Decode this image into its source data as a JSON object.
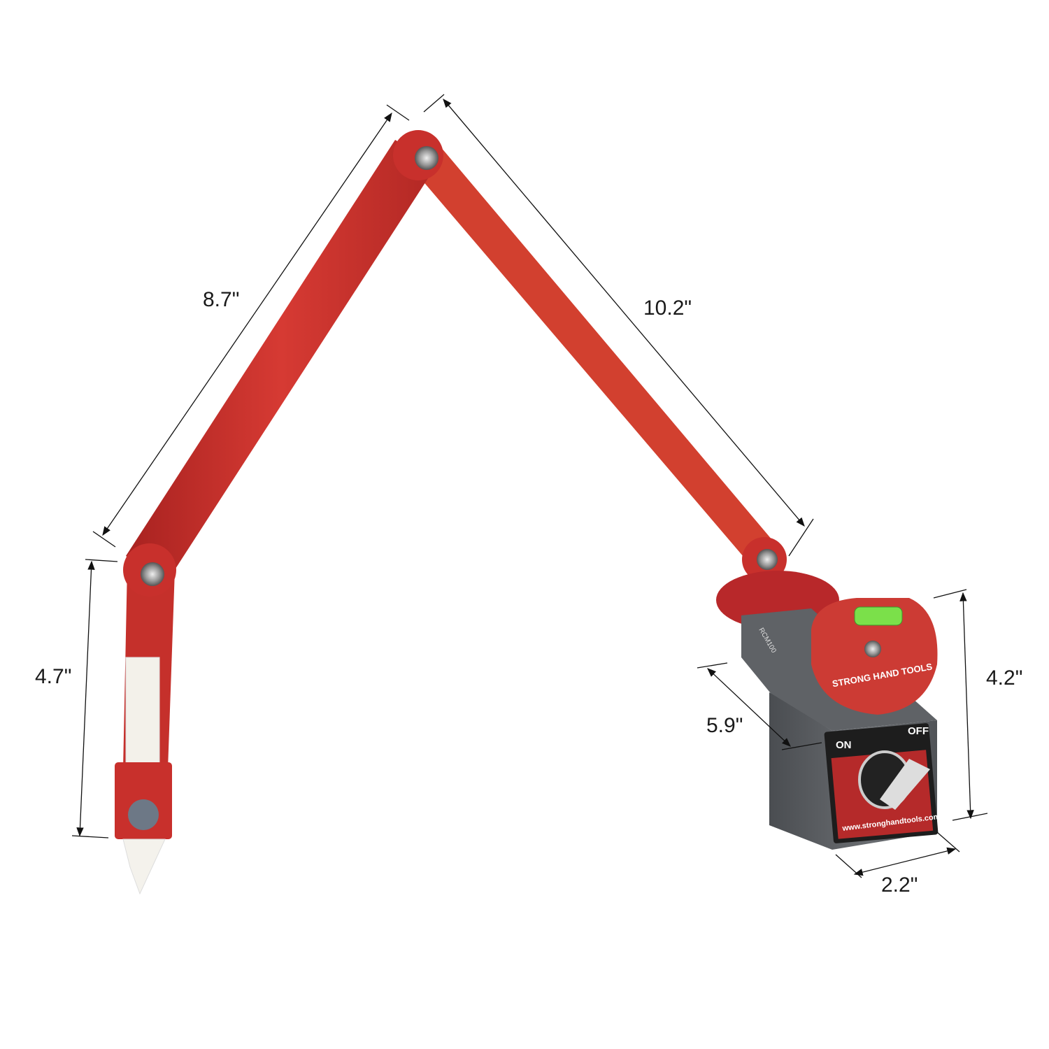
{
  "product": {
    "brand_text": "STRONG HAND TOOLS",
    "model_text": "RCM100",
    "switch_on": "ON",
    "switch_off": "OFF",
    "website": "www.stronghandtools.com",
    "colors": {
      "arm": "#c8302c",
      "base": "#55585c",
      "background": "#ffffff"
    }
  },
  "dimensions": {
    "upper_left_arm": "8.7\"",
    "upper_right_arm": "10.2\"",
    "lower_left_arm": "4.7\"",
    "base_height": "4.2\"",
    "base_depth": "5.9\"",
    "base_width": "2.2\""
  }
}
